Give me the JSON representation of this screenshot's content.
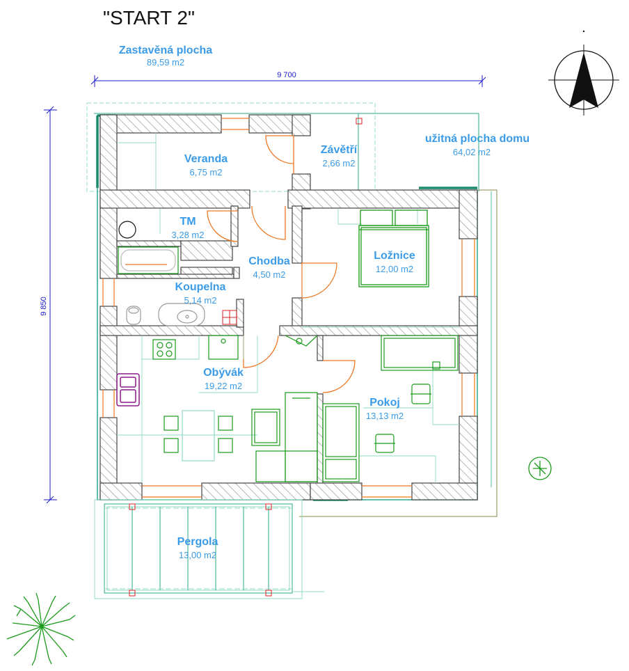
{
  "title": "\"START 2\"",
  "built_area": {
    "label": "Zastavěná plocha",
    "value": "89,59 m2"
  },
  "usable_area": {
    "label": "užitná plocha  domu",
    "value": "64,02 m2"
  },
  "dimensions": {
    "width": "9 700",
    "height": "9 850"
  },
  "rooms": [
    {
      "name": "Veranda",
      "area": "6,75 m2"
    },
    {
      "name": "Závětří",
      "area": "2,66 m2"
    },
    {
      "name": "TM",
      "area": "3,28 m2"
    },
    {
      "name": "Chodba",
      "area": "4,50 m2"
    },
    {
      "name": "Ložnice",
      "area": "12,00 m2"
    },
    {
      "name": "Koupelna",
      "area": "5,14 m2"
    },
    {
      "name": "Obývák",
      "area": "19,22 m2"
    },
    {
      "name": "Pokoj",
      "area": "13,13 m2"
    },
    {
      "name": "Pergola",
      "area": "13,00 m2"
    }
  ],
  "colors": {
    "wall": "#444444",
    "hatch": "#9a9a9a",
    "outline": "#2aa88a",
    "furniture": "#1a9a1a",
    "door": "#ee7722",
    "label": "#3a9be8",
    "dimension": "#1a1ad0",
    "sink_box": "#8a1a8a",
    "chimney": "#dd2222"
  },
  "icons": [
    "north-arrow-icon",
    "tree-icon",
    "shrub-icon"
  ]
}
